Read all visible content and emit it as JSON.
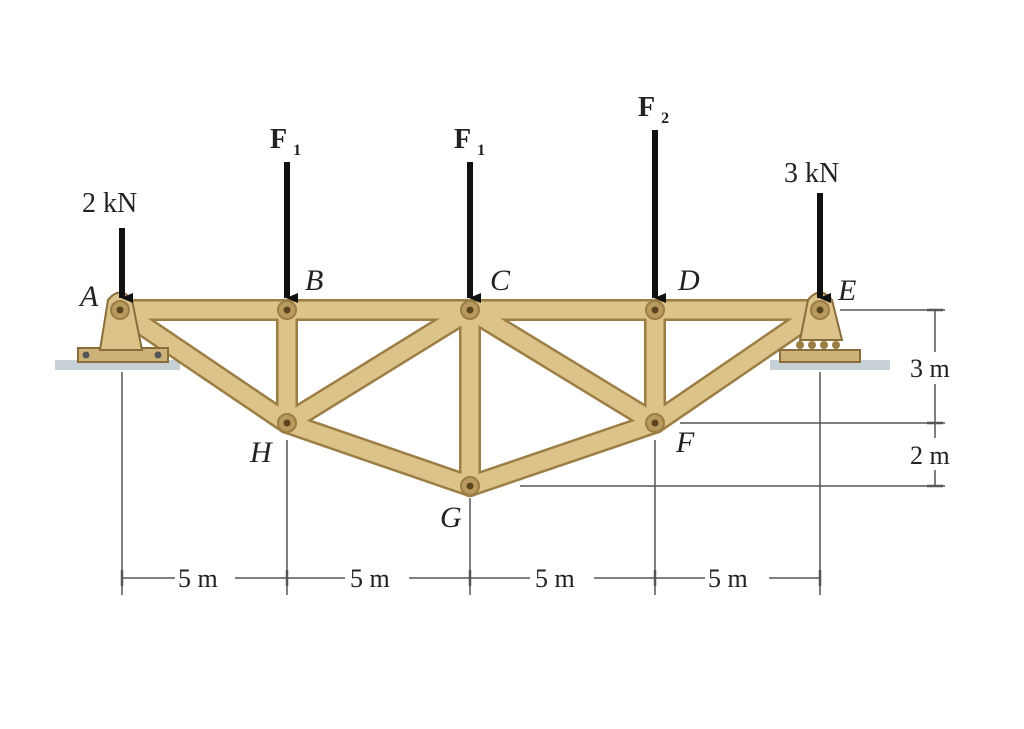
{
  "colors": {
    "member_fill": "#dcc38a",
    "member_edge": "#9c7e45",
    "joint_pin": "#b99a5e",
    "ground": "#c7d0d6",
    "arrow": "#111111",
    "dimension": "#555555"
  },
  "joints": {
    "A": "A",
    "B": "B",
    "C": "C",
    "D": "D",
    "E": "E",
    "F": "F",
    "G": "G",
    "H": "H"
  },
  "loads": {
    "at_A": "2 kN",
    "at_B": "F1",
    "at_C": "F1",
    "at_D": "F2",
    "at_E": "3 kN"
  },
  "dimensions": {
    "span_AB": "5 m",
    "span_BC": "5 m",
    "span_CD": "5 m",
    "span_DE": "5 m",
    "height_top_to_F": "3 m",
    "height_F_to_G": "2 m"
  }
}
